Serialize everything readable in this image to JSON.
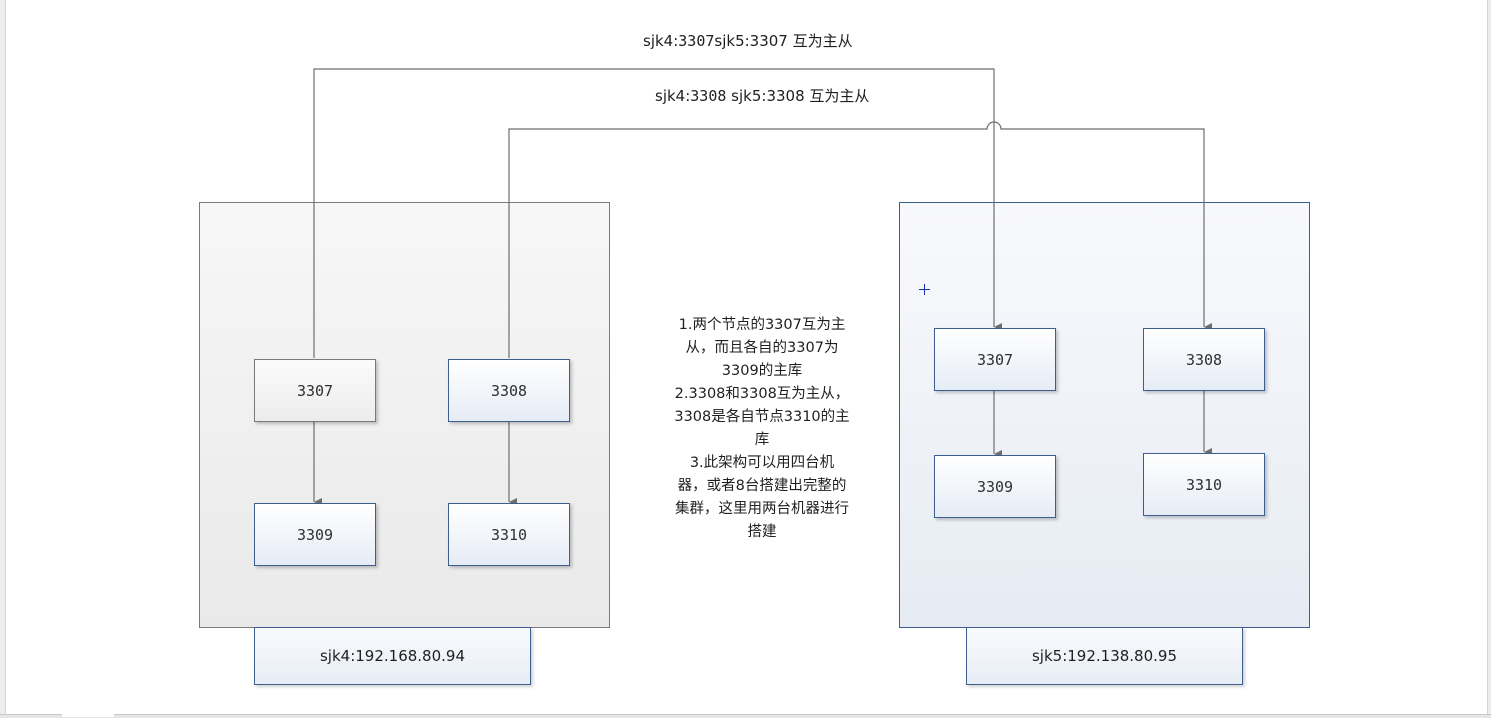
{
  "diagram": {
    "title_line1": {
      "a": "sjk4:",
      "b": "3307",
      "c": "sjk5:3307 互为主从"
    },
    "title_line2": {
      "a": "sjk4:",
      "b": "3308",
      "c": " sjk5:3308 互为主从"
    },
    "host1": {
      "label": "sjk4:192.168.80.94",
      "nodes": {
        "n3307": "3307",
        "n3308": "3308",
        "n3309": "3309",
        "n3310": "3310"
      }
    },
    "host2": {
      "label": "sjk5:192.138.80.95",
      "nodes": {
        "n3307": "3307",
        "n3308": "3308",
        "n3309": "3309",
        "n3310": "3310"
      }
    },
    "notes": [
      "1.两个节点的3307互为主",
      "从，而且各自的3307为",
      "3309的主库",
      "2.3308和3308互为主从，",
      "3308是各自节点3310的主",
      "库",
      "3.此架构可以用四台机",
      "器，或者8台搭建出完整的",
      "集群，这里用两台机器进行",
      "搭建"
    ],
    "colors": {
      "line": "#6e6e6e",
      "blue_border": "#3d5f8f",
      "gray_border": "#7a7a7a"
    }
  }
}
